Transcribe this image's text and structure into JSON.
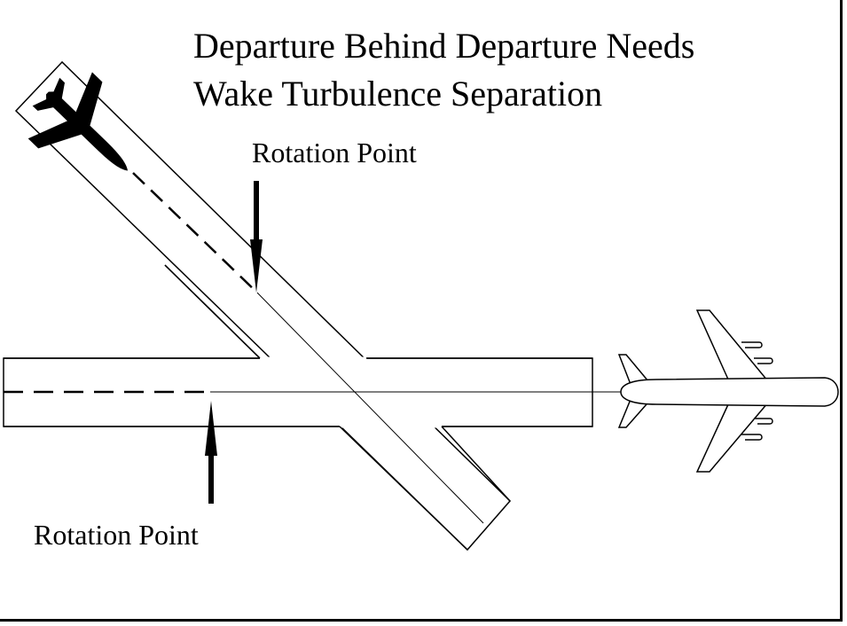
{
  "title": {
    "line1": "Departure Behind Departure Needs",
    "line2": "Wake Turbulence Separation"
  },
  "labels": {
    "upper_rotation_point": "Rotation Point",
    "lower_rotation_point": "Rotation Point"
  },
  "colors": {
    "ink": "#000000",
    "background": "#ffffff"
  },
  "icons": {
    "departing_aircraft": "airplane-silhouette-filled",
    "waiting_aircraft": "airplane-outline"
  }
}
